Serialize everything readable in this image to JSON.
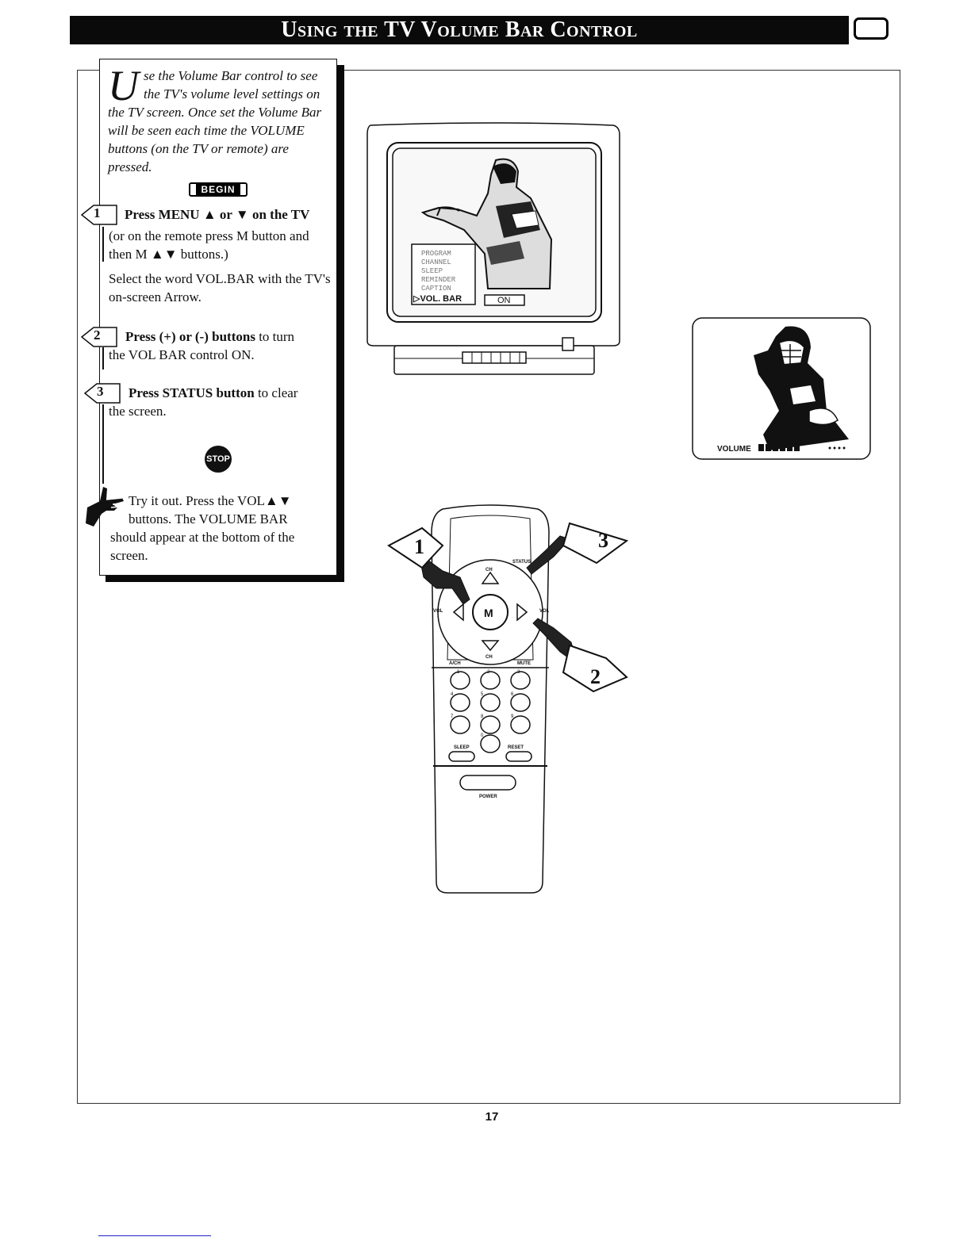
{
  "header": {
    "title": "Using the TV Volume Bar Control"
  },
  "intro": {
    "drop_cap": "U",
    "text": "se the Volume Bar control to see the TV's volume level settings on the TV screen. Once set the Volume Bar will be seen each time the VOLUME buttons (on the TV or remote) are pressed."
  },
  "begin_label": "BEGIN",
  "steps": [
    {
      "number": "1",
      "head": "Press MENU ▲ or ▼ on the TV",
      "body": "(or on the remote press M button and then M ▲▼ buttons.)",
      "body2": "Select the word VOL.BAR with the TV's on-screen Arrow."
    },
    {
      "number": "2",
      "head": "Press (+) or (-) buttons",
      "head_tail": " to turn",
      "body": "the VOL BAR control ON."
    },
    {
      "number": "3",
      "head": "Press STATUS button",
      "head_tail": " to clear",
      "body": "the screen."
    }
  ],
  "stop_label": "STOP",
  "tip": {
    "line1": "Try it out. Press the VOL▲▼",
    "line2": "buttons. The VOLUME BAR",
    "line3": "should appear at the bottom of the screen."
  },
  "tv": {
    "menu_items": [
      "PROGRAM",
      "CHANNEL",
      "SLEEP",
      "REMINDER",
      "CAPTION"
    ],
    "menu_selected": "▷VOL. BAR",
    "menu_value": "ON"
  },
  "inset": {
    "volume_label": "VOLUME"
  },
  "remote": {
    "labels": {
      "ch_top": "CH",
      "status": "STATUS",
      "vol_left": "VOL",
      "vol_right": "VOL",
      "menu": "M",
      "ch_bottom": "CH",
      "ach": "A/CH",
      "mute": "MUTE",
      "sleep": "SLEEP",
      "reset": "RESET",
      "power": "POWER"
    },
    "digits": [
      "1",
      "2",
      "3",
      "4",
      "5",
      "6",
      "7",
      "8",
      "9",
      "0"
    ],
    "callouts": [
      "1",
      "2",
      "3"
    ]
  },
  "page_number": "17"
}
